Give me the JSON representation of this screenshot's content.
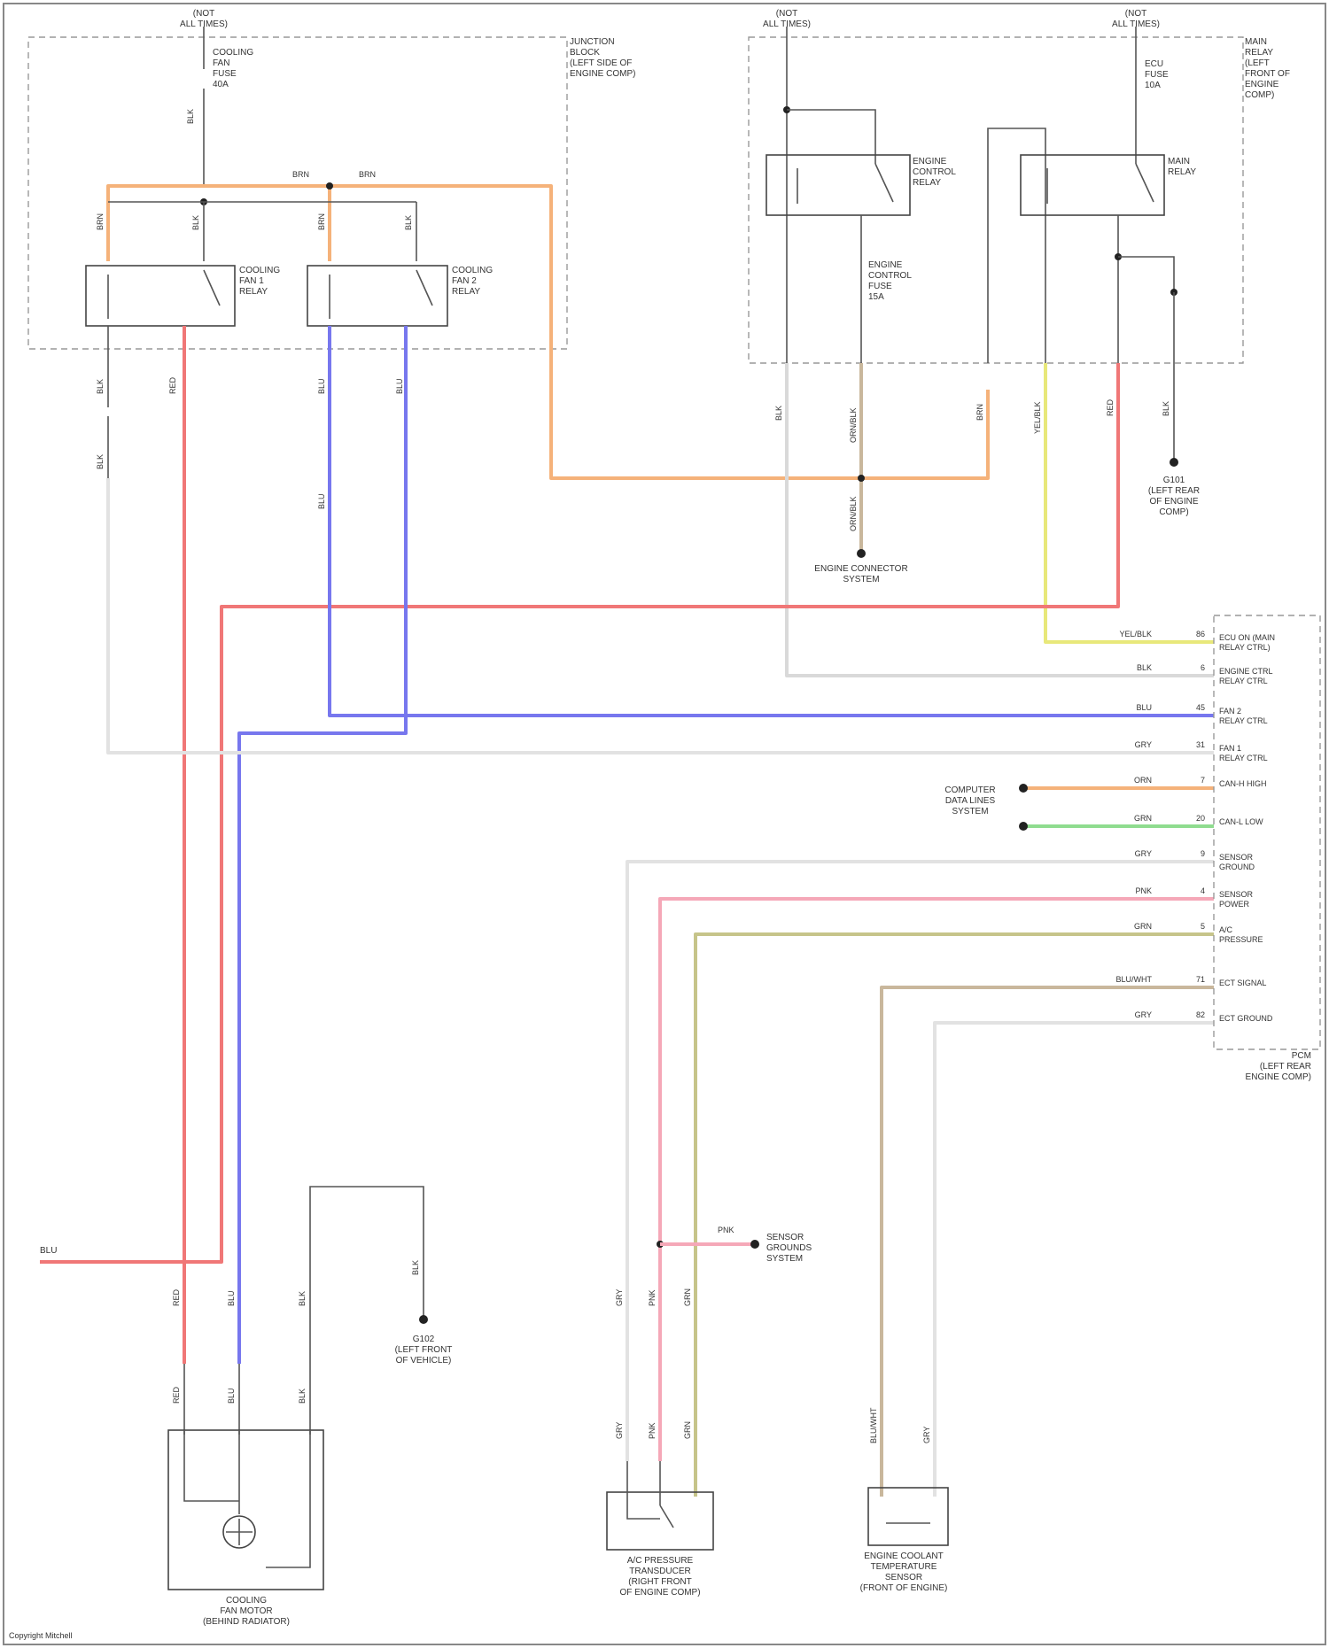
{
  "colors": {
    "red": "#f07777",
    "blue": "#7777ee",
    "orange": "#f5b27a",
    "yellow": "#e8e87a",
    "green": "#8fdc8f",
    "pink": "#f5a8b8",
    "olive": "#c6c48a",
    "tan": "#c9b79c",
    "gray": "#d9d9d9",
    "dark": "#555555"
  },
  "fuses": {
    "left": [
      "(NOT",
      "ALL TIMES)"
    ],
    "mid": [
      "(NOT",
      "ALL TIMES)"
    ],
    "right": [
      "(NOT",
      "ALL TIMES)"
    ]
  },
  "boxes": {
    "junction_left": [
      "JUNCTION",
      "BLOCK",
      "(LEFT SIDE OF",
      "ENGINE COMP)"
    ],
    "junction_right": [
      "MAIN",
      "RELAY",
      "(LEFT",
      "FRONT OF",
      "ENGINE",
      "COMP)"
    ],
    "module": [
      "PCM",
      "(LEFT REAR",
      "ENGINE COMP)"
    ]
  },
  "relays": {
    "r1": [
      "COOLING",
      "FAN 1",
      "RELAY"
    ],
    "r2": [
      "COOLING",
      "FAN 2",
      "RELAY"
    ],
    "r3": [
      "ENGINE",
      "CONTROL",
      "RELAY"
    ],
    "r4": [
      "MAIN",
      "RELAY"
    ]
  },
  "labels": {
    "fuse_left": [
      "COOLING",
      "FAN",
      "FUSE",
      "40A"
    ],
    "fuse_mid": [
      "ENGINE",
      "CONTROL",
      "FUSE",
      "15A"
    ],
    "fuse_right": [
      "ECU",
      "FUSE",
      "10A"
    ],
    "ground_right": [
      "G101",
      "(LEFT REAR",
      "OF ENGINE",
      "COMP)"
    ],
    "engine_conn": [
      "ENGINE CONNECTOR",
      "SYSTEM"
    ],
    "ground_bottom": [
      "G102",
      "(LEFT FRONT",
      "OF VEHICLE)"
    ],
    "fan_motor": [
      "COOLING",
      "FAN MOTOR",
      "(BEHIND RADIATOR)"
    ],
    "sensor_mid": [
      "A/C PRESSURE",
      "TRANSDUCER",
      "(RIGHT FRONT",
      "OF ENGINE COMP)"
    ],
    "sensor_right": [
      "ENGINE COOLANT",
      "TEMPERATURE",
      "SENSOR",
      "(FRONT OF ENGINE)"
    ],
    "can_system": [
      "COMPUTER",
      "DATA LINES",
      "SYSTEM"
    ],
    "sensor_ground": [
      "SENSOR",
      "GROUNDS",
      "SYSTEM"
    ],
    "left_input": "BLU",
    "footer": "Copyright Mitchell"
  },
  "wire_labels": {
    "top_left_1": "BLK",
    "top_left_2": "BRN",
    "top_left_3": "BRN",
    "r1_in1": "BRN",
    "r1_in2": "BLK",
    "r2_in1": "BRN",
    "r2_in2": "BLK",
    "r1_out1": "BLK",
    "r1_out2": "RED",
    "r2_out1": "BLU",
    "r2_out2": "BLU",
    "g1": "BLK",
    "conn_blu": "BLU",
    "right_1": "BLK",
    "right_2": "ORN/BLK",
    "right_3": "BRN",
    "right_4": "YEL/BLK",
    "right_5": "RED",
    "right_6": "BLK",
    "engine_conn_wire": "ORN/BLK",
    "fan_in1": "RED",
    "fan_in2": "BLU",
    "fan_in3": "BLK",
    "fan_out1": "RED",
    "fan_out2": "BLU",
    "fan_out3": "BLK",
    "g102": "BLK",
    "sens_in1": "GRY",
    "sens_in2": "PNK",
    "sens_in3": "GRN",
    "sens_out1": "GRY",
    "sens_out2": "PNK",
    "sens_out3": "GRN",
    "ect_1": "BLU/WHT",
    "ect_2": "GRY",
    "pnk_tap": "PNK"
  },
  "pcm_pins": [
    {
      "wire": "YEL/BLK",
      "pin": "86",
      "label": "ECU ON (MAIN",
      "label2": "RELAY CTRL)"
    },
    {
      "wire": "BLK",
      "pin": "6",
      "label": "ENGINE CTRL",
      "label2": "RELAY CTRL"
    },
    {
      "wire": "BLU",
      "pin": "45",
      "label": "FAN 2",
      "label2": "RELAY CTRL"
    },
    {
      "wire": "GRY",
      "pin": "31",
      "label": "FAN 1",
      "label2": "RELAY CTRL"
    },
    {
      "wire": "ORN",
      "pin": "7",
      "label": "CAN-H HIGH",
      "label2": ""
    },
    {
      "wire": "GRN",
      "pin": "20",
      "label": "CAN-L LOW",
      "label2": ""
    },
    {
      "wire": "GRY",
      "pin": "9",
      "label": "SENSOR",
      "label2": "GROUND"
    },
    {
      "wire": "PNK",
      "pin": "4",
      "label": "SENSOR",
      "label2": "POWER"
    },
    {
      "wire": "GRN",
      "pin": "5",
      "label": "A/C",
      "label2": "PRESSURE"
    },
    {
      "wire": "BLU/WHT",
      "pin": "71",
      "label": "ECT SIGNAL",
      "label2": ""
    },
    {
      "wire": "GRY",
      "pin": "82",
      "label": "ECT GROUND",
      "label2": ""
    }
  ]
}
